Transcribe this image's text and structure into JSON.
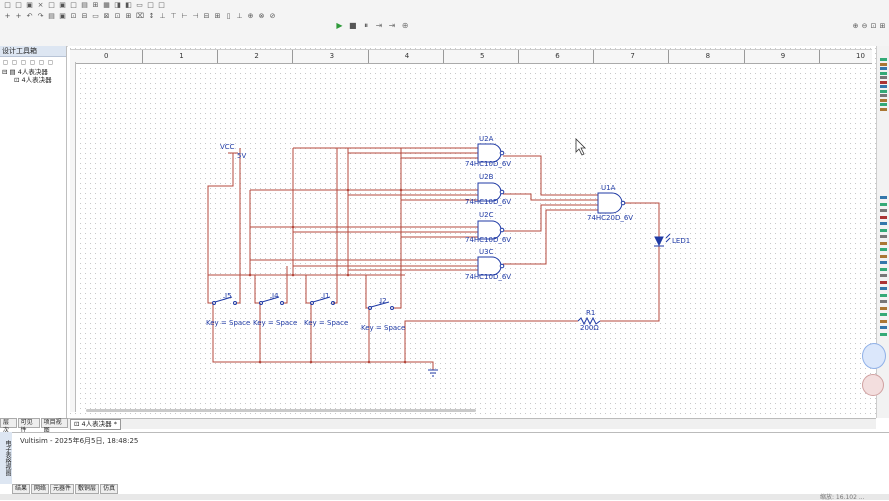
{
  "toolbar": {
    "row1": [
      "□",
      "□",
      "▣",
      "×",
      "□",
      "▣",
      "□",
      "▤",
      "⊞",
      "▦",
      "◨",
      "◧",
      "▭",
      "□",
      "□"
    ],
    "row2": [
      "+",
      "+",
      "↶",
      "↷",
      "▤",
      "▣",
      "⊡",
      "⊟",
      "▭",
      "⊠",
      "⊡",
      "⊞",
      "⌧",
      "↕",
      "⊥",
      "⊤",
      "⊢",
      "⊣",
      "⊟",
      "⊞",
      "▯",
      "⊥",
      "⊕",
      "⊗",
      "⊘"
    ],
    "sim_controls": [
      "▶",
      "■",
      "⏸",
      "⇥",
      "⇥",
      "⊕"
    ],
    "zoom_tools": [
      "⊕",
      "⊖",
      "⊡",
      "⊞"
    ]
  },
  "design_panel": {
    "title": "设计工具箱",
    "tools": [
      "▢",
      "▢",
      "▢",
      "▢",
      "▢",
      "▢"
    ],
    "tree_root": "4人表决器",
    "tree_child": "4人表决器",
    "tabs": [
      "层次",
      "可见性",
      "项目视图"
    ]
  },
  "ruler": {
    "labels": [
      "0",
      "1",
      "2",
      "3",
      "4",
      "5",
      "6",
      "7",
      "8",
      "9",
      "10"
    ]
  },
  "schematic": {
    "vcc_label": "VCC",
    "vcc_voltage": "5V",
    "gates": [
      {
        "ref": "U2A",
        "part": "74HC10D_6V"
      },
      {
        "ref": "U2B",
        "part": "74HC10D_6V"
      },
      {
        "ref": "U2C",
        "part": "74HC10D_6V"
      },
      {
        "ref": "U3C",
        "part": "74HC10D_6V"
      },
      {
        "ref": "U1A",
        "part": "74HC20D_6V"
      }
    ],
    "led_label": "LED1",
    "resistor": {
      "ref": "R1",
      "value": "200Ω"
    },
    "switches": [
      {
        "ref": "J5",
        "key": "Key = Space"
      },
      {
        "ref": "J4",
        "key": "Key = Space"
      },
      {
        "ref": "J1",
        "key": "Key = Space"
      },
      {
        "ref": "J2",
        "key": "Key = Space"
      }
    ],
    "colors": {
      "wire": "#b5483c",
      "component": "#1f3aa5",
      "junction": "#b5483c"
    }
  },
  "doc_tab": "4人表决器 *",
  "output": {
    "title": "电子表格视图",
    "log": "Vultisim  -  2025年6月5日, 18:48:25",
    "tabs": [
      "结果",
      "网络",
      "元器件",
      "敷铜层",
      "仿真"
    ]
  },
  "status": "缩放: 16.102 ..."
}
